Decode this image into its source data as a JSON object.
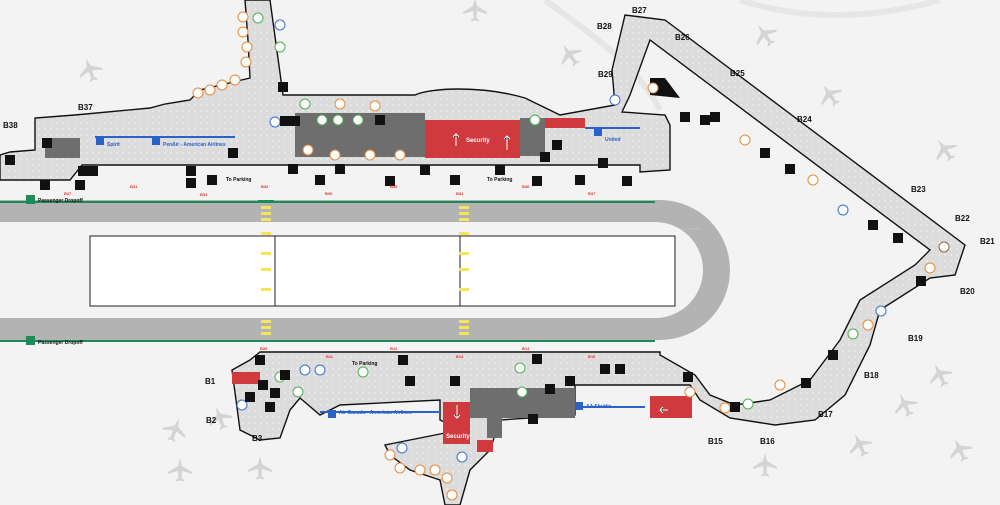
{
  "gates": [
    "B1",
    "B2",
    "B3",
    "B15",
    "B16",
    "B17",
    "B18",
    "B19",
    "B20",
    "B21",
    "B22",
    "B23",
    "B24",
    "B25",
    "B26",
    "B27",
    "B28",
    "B29",
    "B37",
    "B38"
  ],
  "small_gates": [
    "B27",
    "B31",
    "B33",
    "B32",
    "B30",
    "B35",
    "B34",
    "B36",
    "B37",
    "B39",
    "B11",
    "B12",
    "B13",
    "B14",
    "B10"
  ],
  "airlines": {
    "spirit": "Spirit",
    "penair_aa": "PenAir - American Airlines",
    "united": "United",
    "air_canada_aa": "Air Canada - American Airlines",
    "aa_shuttle": "AA Shuttle"
  },
  "labels": {
    "security": "Security",
    "to_parking": "To Parking",
    "passenger_dropoff": "Passenger Dropoff"
  },
  "colors": {
    "terminal": "#dcdcdc",
    "route": "#b3b3b3",
    "security_red": "#d03a3f",
    "airline_blue": "#2a62c9",
    "dropoff_green": "#1e8a5a"
  }
}
